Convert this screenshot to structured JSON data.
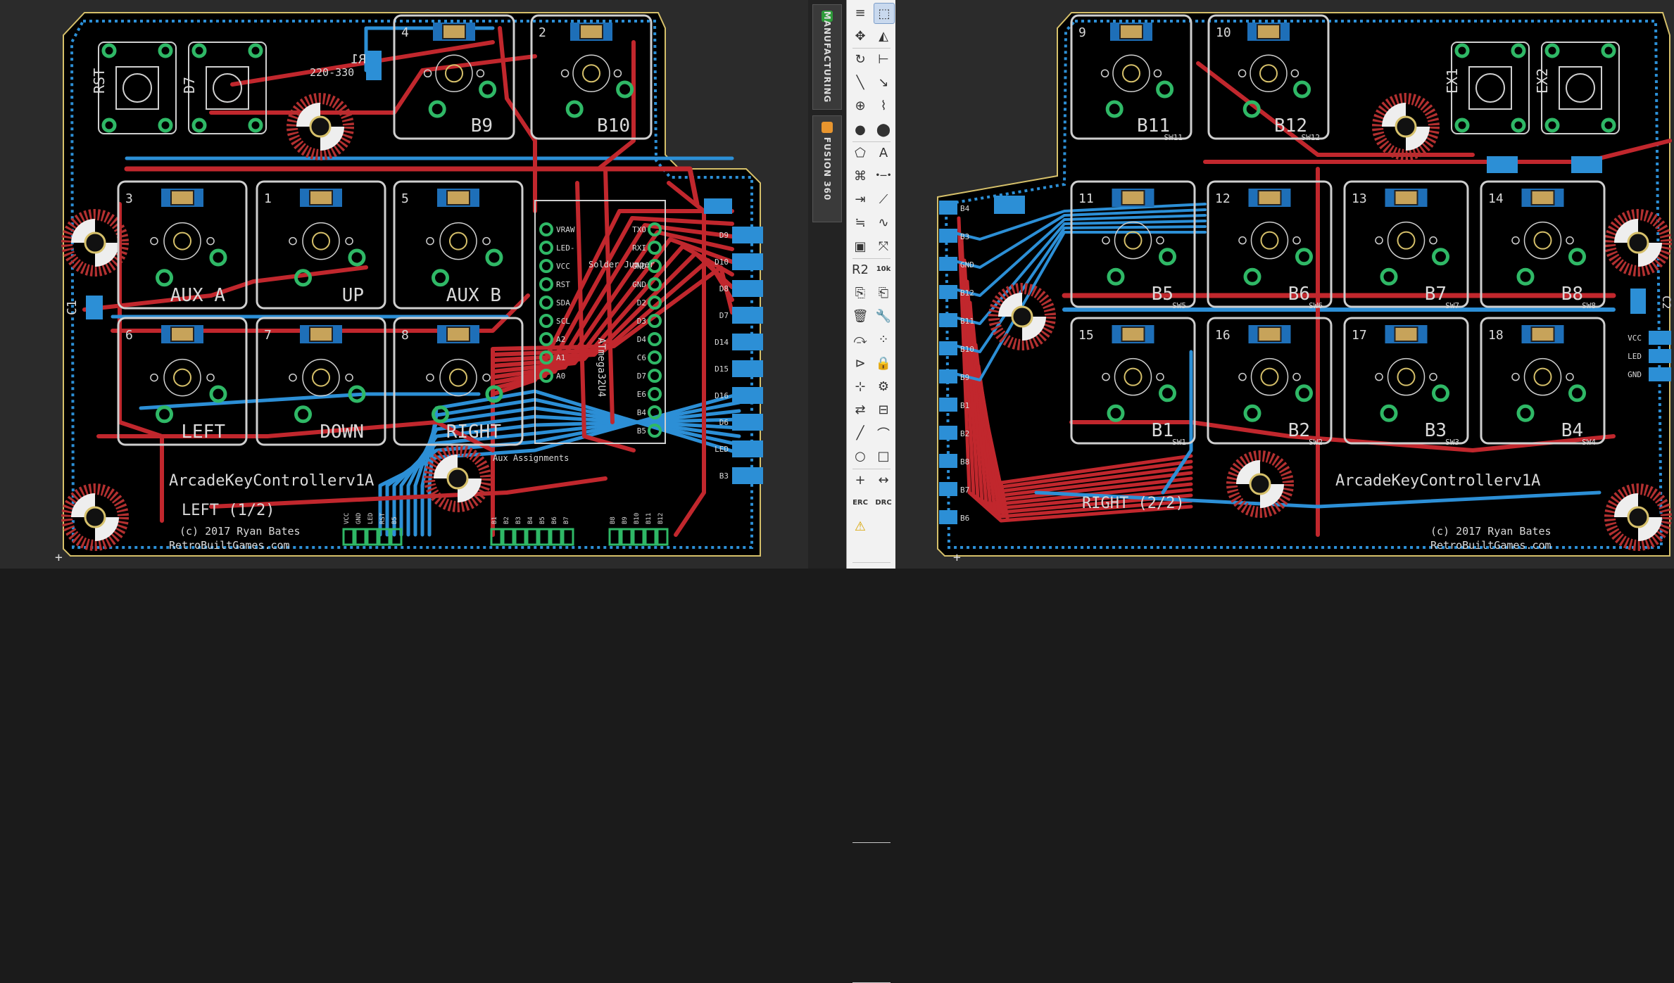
{
  "app": {
    "side_tabs": [
      {
        "label": "MANUFACTURING",
        "badge_color": "#2e9b3a"
      },
      {
        "label": "FUSION 360",
        "badge_color": "#e8952e"
      }
    ],
    "tools": [
      {
        "icon": "layers-icon",
        "glyph": "≡"
      },
      {
        "icon": "select-icon",
        "glyph": "⬚"
      },
      {
        "icon": "move-icon",
        "glyph": "✥"
      },
      {
        "icon": "mirror-icon",
        "glyph": "◭"
      },
      {
        "icon": "rotate-icon",
        "glyph": "↻"
      },
      {
        "icon": "align-icon",
        "glyph": "⊢"
      },
      {
        "icon": "route-icon",
        "glyph": "╲"
      },
      {
        "icon": "ripup-icon",
        "glyph": "↘"
      },
      {
        "icon": "autoroute-icon",
        "glyph": "⊕"
      },
      {
        "icon": "meander-icon",
        "glyph": "⌇"
      },
      {
        "icon": "via-icon",
        "glyph": "●"
      },
      {
        "icon": "hole-icon",
        "glyph": "⬤"
      },
      {
        "icon": "polygon-icon",
        "glyph": "⬠"
      },
      {
        "icon": "text-icon",
        "glyph": "A"
      },
      {
        "icon": "ratsnest-icon",
        "glyph": "⌘"
      },
      {
        "icon": "optimize-icon",
        "glyph": "•—•"
      },
      {
        "icon": "fanout-icon",
        "glyph": "⇥"
      },
      {
        "icon": "slice-icon",
        "glyph": "⟋"
      },
      {
        "icon": "split-icon",
        "glyph": "≒"
      },
      {
        "icon": "miter-icon",
        "glyph": "∿"
      },
      {
        "icon": "add-part-icon",
        "glyph": "▣"
      },
      {
        "icon": "connect-icon",
        "glyph": "⤧"
      },
      {
        "icon": "name-icon",
        "glyph": "R2"
      },
      {
        "icon": "value-icon",
        "glyph": "10k"
      },
      {
        "icon": "copy-icon",
        "glyph": "⎘"
      },
      {
        "icon": "paste-icon",
        "glyph": "⎗"
      },
      {
        "icon": "delete-icon",
        "glyph": "🗑"
      },
      {
        "icon": "wrench-icon",
        "glyph": "🔧"
      },
      {
        "icon": "smash-icon",
        "glyph": "⤼"
      },
      {
        "icon": "group-icon",
        "glyph": "⁘"
      },
      {
        "icon": "tag-icon",
        "glyph": "⊳"
      },
      {
        "icon": "lock-icon",
        "glyph": "🔒"
      },
      {
        "icon": "mark-icon",
        "glyph": "⊹"
      },
      {
        "icon": "change-icon",
        "glyph": "⚙"
      },
      {
        "icon": "swap-icon",
        "glyph": "⇄"
      },
      {
        "icon": "replace-icon",
        "glyph": "⊟"
      },
      {
        "icon": "line-icon",
        "glyph": "╱"
      },
      {
        "icon": "arc-icon",
        "glyph": "⌒"
      },
      {
        "icon": "circle-icon",
        "glyph": "○"
      },
      {
        "icon": "rectangle-icon",
        "glyph": "□"
      },
      {
        "icon": "origin-icon",
        "glyph": "+"
      },
      {
        "icon": "dimension-icon",
        "glyph": "↔"
      },
      {
        "icon": "erc-icon",
        "glyph": "ERC"
      },
      {
        "icon": "drc-icon",
        "glyph": "DRC"
      },
      {
        "icon": "warning-icon",
        "glyph": "⚠"
      }
    ]
  },
  "left_board": {
    "title": "ArcadeKeyControllerv1A",
    "subtitle": "LEFT (1/2)",
    "copyright": "(c) 2017 Ryan Bates",
    "url": "RetroBuiltGames.com",
    "top_switch_labels": [
      "RST",
      "D7"
    ],
    "resistor_label": "R1",
    "resistor_value": "220-330",
    "cap_label": "C1",
    "key_labels": [
      "B9",
      "B10",
      "AUX A",
      "UP",
      "AUX B",
      "LEFT",
      "DOWN",
      "RIGHT"
    ],
    "key_numbers": [
      "4",
      "2",
      "3",
      "1",
      "5",
      "6",
      "7",
      "8"
    ],
    "mcu_label": "ATmega32U4",
    "mcu_pins_left": [
      "VRAW",
      "LED-",
      "VCC",
      "RST",
      "SDA",
      "SCL",
      "A2",
      "A1",
      "A0"
    ],
    "mcu_pins_right": [
      "TXO",
      "RXI",
      "GND",
      "GND",
      "D2",
      "D3",
      "D4",
      "C6",
      "D7",
      "E6",
      "B4",
      "B5"
    ],
    "solder_note": "Solder Jumper",
    "aux_note": "Aux Assignments",
    "side_pins": [
      "D9",
      "D10",
      "D8",
      "D7",
      "D14",
      "D15",
      "D16",
      "D6",
      "LED",
      "B3"
    ],
    "bottom_pins_a": [
      "VCC",
      "GND",
      "LED",
      "RST",
      "B5"
    ],
    "bottom_pins_b": [
      "B1",
      "B2",
      "B3",
      "B4",
      "B5",
      "B6",
      "B7"
    ],
    "bottom_pins_c": [
      "B8",
      "B9",
      "B10",
      "B11",
      "B12"
    ]
  },
  "right_board": {
    "title": "ArcadeKeyControllerv1A",
    "subtitle": "RIGHT (2/2)",
    "copyright": "(c) 2017 Ryan Bates",
    "url": "RetroBuiltGames.com",
    "top_switch_labels": [
      "EX1",
      "EX2"
    ],
    "cap_label": "C2",
    "key_labels": [
      "B11",
      "B12",
      "B5",
      "B6",
      "B7",
      "B8",
      "B1",
      "B2",
      "B3",
      "B4"
    ],
    "key_numbers": [
      "9",
      "10",
      "11",
      "12",
      "13",
      "14",
      "15",
      "16",
      "17",
      "18"
    ],
    "switch_refs": [
      "SW11",
      "SW12",
      "SW5",
      "SW6",
      "SW7",
      "SW8",
      "SW1",
      "SW2",
      "SW3",
      "SW4"
    ],
    "side_pins": [
      "B4",
      "B3",
      "GND",
      "B12",
      "B11",
      "B10",
      "B9",
      "B1",
      "B2",
      "B8",
      "B7",
      "B6"
    ],
    "right_pins": [
      "VCC",
      "LED",
      "GND"
    ]
  },
  "colors": {
    "board": "#000000",
    "board_outline": "#d6c06a",
    "top_copper": "#c1272d",
    "bottom_copper": "#2c8fd6",
    "silkscreen": "#d9d9d9",
    "pad": "#2fb866",
    "keepout": "#b33030"
  }
}
